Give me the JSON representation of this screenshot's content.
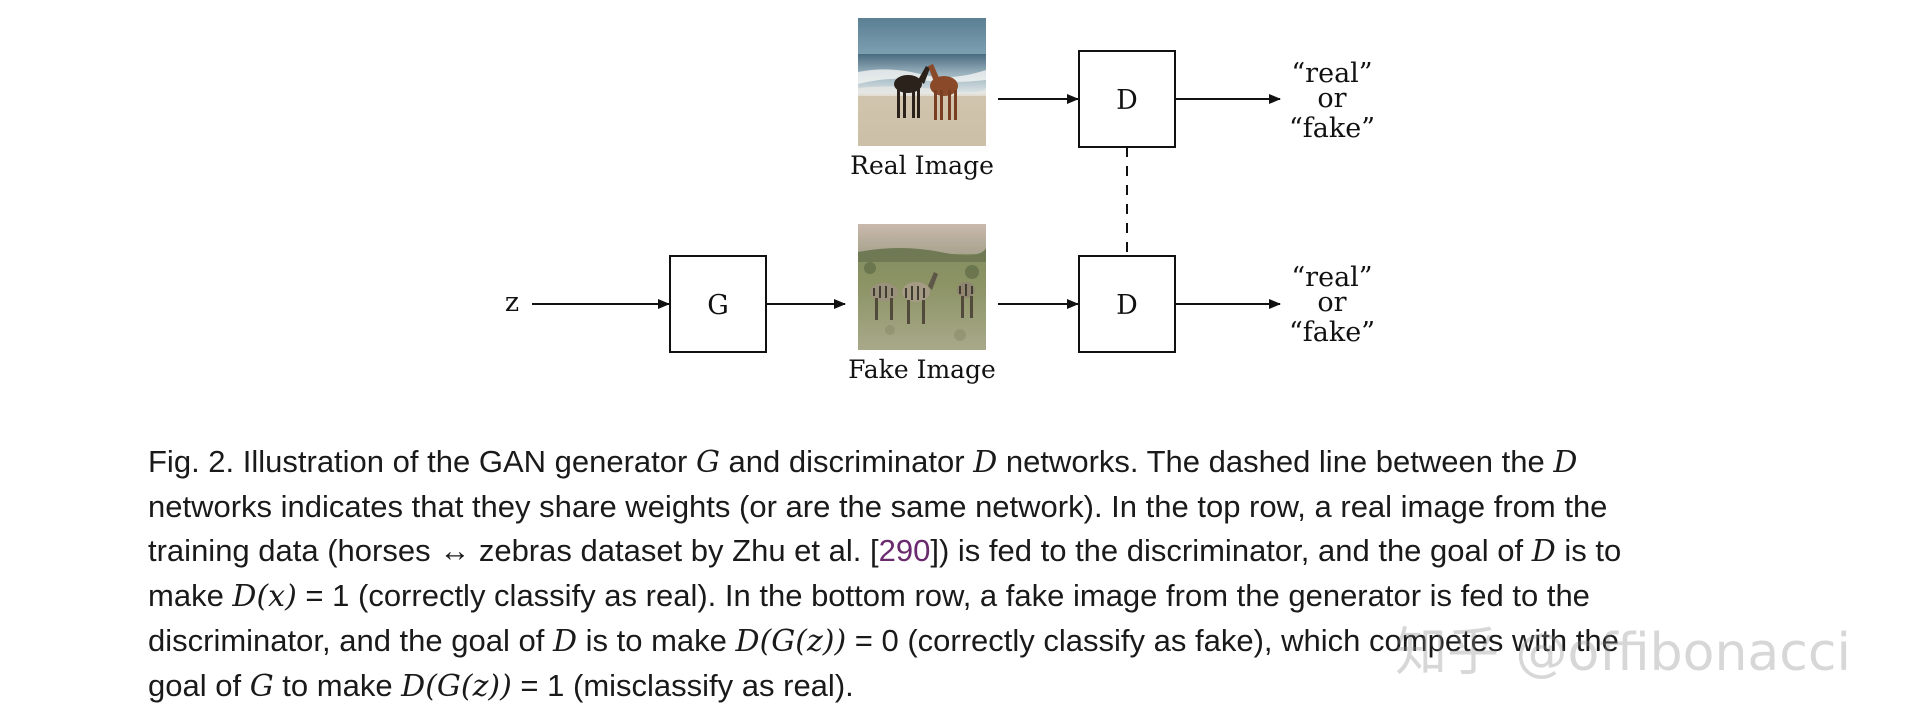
{
  "diagram": {
    "z_label": "z",
    "g_label": "G",
    "d_top_label": "D",
    "d_bottom_label": "D",
    "real_caption": "Real Image",
    "fake_caption": "Fake Image",
    "output_top": [
      "“real”",
      "or",
      "“fake”"
    ],
    "output_bottom": [
      "“real”",
      "or",
      "“fake”"
    ]
  },
  "caption": {
    "lines": [
      [
        {
          "t": "Fig. 2.  Illustration of the GAN generator ",
          "k": "text"
        },
        {
          "t": "G",
          "k": "math"
        },
        {
          "t": " and discriminator ",
          "k": "text"
        },
        {
          "t": "D",
          "k": "math"
        },
        {
          "t": " networks. The dashed line between the ",
          "k": "text"
        },
        {
          "t": "D",
          "k": "math"
        }
      ],
      [
        {
          "t": "networks indicates that they share weights (or are the same network). In the top row, a real image from the",
          "k": "text"
        }
      ],
      [
        {
          "t": "training data (horses ↔ zebras dataset by Zhu et al. [",
          "k": "text"
        },
        {
          "t": "290",
          "k": "cite"
        },
        {
          "t": "]) is fed to the discriminator, and the goal of ",
          "k": "text"
        },
        {
          "t": "D",
          "k": "math"
        },
        {
          "t": " is to",
          "k": "text"
        }
      ],
      [
        {
          "t": "make ",
          "k": "text"
        },
        {
          "t": "D(x)",
          "k": "math"
        },
        {
          "t": " = 1 (correctly classify as real). In the bottom row, a fake image from the generator is fed to the",
          "k": "text"
        }
      ],
      [
        {
          "t": "discriminator, and the goal of ",
          "k": "text"
        },
        {
          "t": "D",
          "k": "math"
        },
        {
          "t": " is to make ",
          "k": "text"
        },
        {
          "t": "D(G(z))",
          "k": "math"
        },
        {
          "t": " = 0 (correctly classify as fake), which competes with the",
          "k": "text"
        }
      ],
      [
        {
          "t": "goal of ",
          "k": "text"
        },
        {
          "t": "G",
          "k": "math"
        },
        {
          "t": " to make ",
          "k": "text"
        },
        {
          "t": "D(G(z))",
          "k": "math"
        },
        {
          "t": " = 1 (misclassify as real).",
          "k": "text"
        }
      ]
    ]
  },
  "watermark": "知乎 @offibonacci"
}
